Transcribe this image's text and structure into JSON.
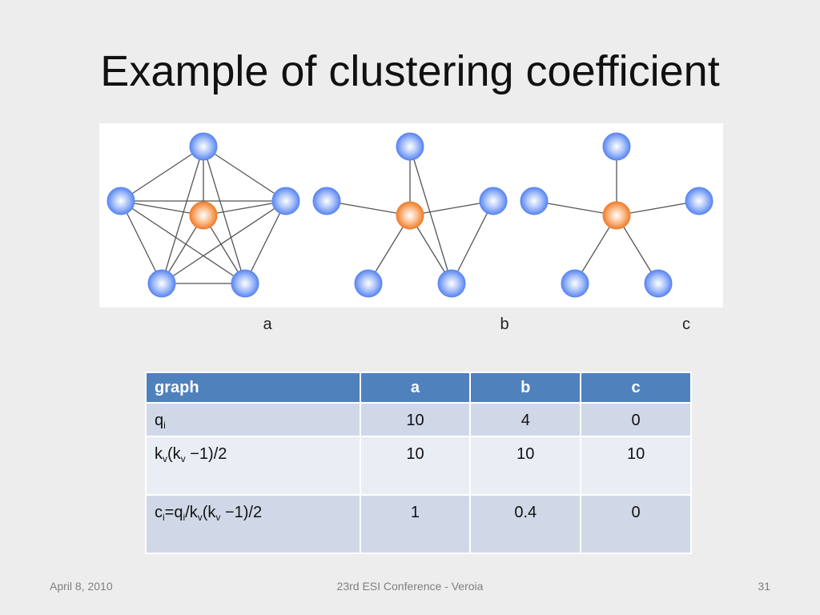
{
  "title": "Example of clustering coefficient",
  "graph_labels": {
    "a": "a",
    "b": "b",
    "c": "c"
  },
  "colors": {
    "outer_node": "#6d97f5",
    "center_node": "#f28a3a",
    "edge": "#555555",
    "header": "#4f81bd"
  },
  "table": {
    "header": {
      "col0": "graph",
      "col1": "a",
      "col2": "b",
      "col3": "c"
    },
    "row1": {
      "label_main": "q",
      "label_sub": "i",
      "a": "10",
      "b": "4",
      "c": "0"
    },
    "row2": {
      "label_p1": "k",
      "label_s1": "v",
      "label_p2": "(k",
      "label_s2": "v",
      "label_p3": " −1)/2",
      "a": "10",
      "b": "10",
      "c": "10"
    },
    "row3": {
      "label_p1": "c",
      "label_s1": "i",
      "label_p2": "=q",
      "label_s2": "i",
      "label_p3": "/k",
      "label_s3": "v",
      "label_p4": "(k",
      "label_s4": "v",
      "label_p5": " −1)/2",
      "a": "1",
      "b": "0.4",
      "c": "0"
    }
  },
  "footer": {
    "date": "April 8, 2010",
    "event": "23rd ESI Conference  - Veroia",
    "page": "31"
  }
}
